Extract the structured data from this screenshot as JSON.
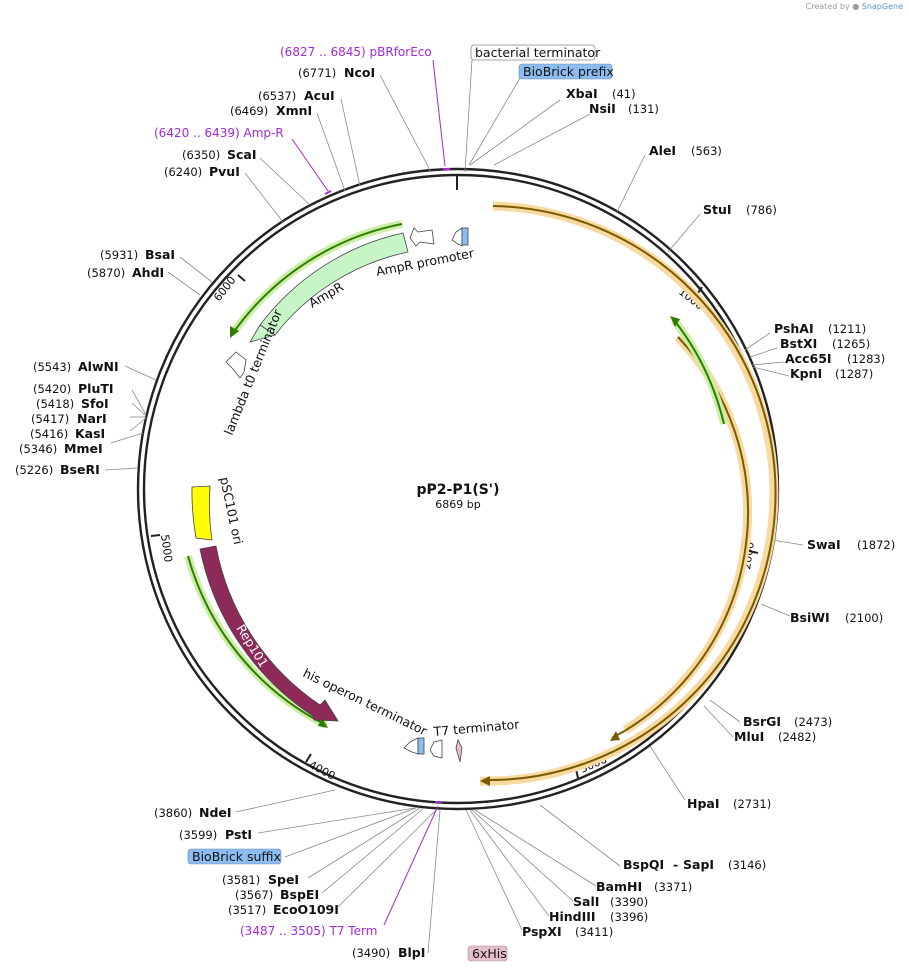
{
  "credit": {
    "prefix": "Created by",
    "brand": "SnapGene"
  },
  "plasmid": {
    "name": "pP2-P1(S')",
    "length_label": "6869 bp"
  },
  "ticks": [
    "1000",
    "2000",
    "3000",
    "4000",
    "5000",
    "6000"
  ],
  "enzymes": {
    "XbaI": "XbaI",
    "XbaI_pos": "(41)",
    "NsiI": "NsiI",
    "NsiI_pos": "(131)",
    "AleI": "AleI",
    "AleI_pos": "(563)",
    "StuI": "StuI",
    "StuI_pos": "(786)",
    "PshAI": "PshAI",
    "PshAI_pos": "(1211)",
    "BstXI": "BstXI",
    "BstXI_pos": "(1265)",
    "Acc65I": "Acc65I",
    "Acc65I_pos": "(1283)",
    "KpnI": "KpnI",
    "KpnI_pos": "(1287)",
    "SwaI": "SwaI",
    "SwaI_pos": "(1872)",
    "BsiWI": "BsiWI",
    "BsiWI_pos": "(2100)",
    "BsrGI": "BsrGI",
    "BsrGI_pos": "(2473)",
    "MluI": "MluI",
    "MluI_pos": "(2482)",
    "HpaI": "HpaI",
    "HpaI_pos": "(2731)",
    "BspQI": "BspQI",
    "SapI": "SapI",
    "BspQI_pos": "(3146)",
    "BspQI_sep": "-",
    "BamHI": "BamHI",
    "BamHI_pos": "(3371)",
    "SalI": "SalI",
    "SalI_pos": "(3390)",
    "HindIII": "HindIII",
    "HindIII_pos": "(3396)",
    "PspXI": "PspXI",
    "PspXI_pos": "(3411)",
    "BlpI": "BlpI",
    "BlpI_pos": "(3490)",
    "EcoO109I": "EcoO109I",
    "EcoO109I_pos": "(3517)",
    "BspEI": "BspEI",
    "BspEI_pos": "(3567)",
    "SpeI": "SpeI",
    "SpeI_pos": "(3581)",
    "PstI": "PstI",
    "PstI_pos": "(3599)",
    "NdeI": "NdeI",
    "NdeI_pos": "(3860)",
    "BseRI": "BseRI",
    "BseRI_pos": "(5226)",
    "MmeI": "MmeI",
    "MmeI_pos": "(5346)",
    "KasI": "KasI",
    "KasI_pos": "(5416)",
    "NarI": "NarI",
    "NarI_pos": "(5417)",
    "SfoI": "SfoI",
    "SfoI_pos": "(5418)",
    "PluTI": "PluTI",
    "PluTI_pos": "(5420)",
    "AlwNI": "AlwNI",
    "AlwNI_pos": "(5543)",
    "AhdI": "AhdI",
    "AhdI_pos": "(5870)",
    "BsaI": "BsaI",
    "BsaI_pos": "(5931)",
    "PvuI": "PvuI",
    "PvuI_pos": "(6240)",
    "ScaI": "ScaI",
    "ScaI_pos": "(6350)",
    "XmnI": "XmnI",
    "XmnI_pos": "(6469)",
    "AcuI": "AcuI",
    "AcuI_pos": "(6537)",
    "NcoI": "NcoI",
    "NcoI_pos": "(6771)"
  },
  "primers": {
    "pBRforEco": "(6827 .. 6845)  pBRforEco",
    "AmpR": "(6420 .. 6439)  Amp-R",
    "T7Term": "(3487 .. 3505)  T7 Term"
  },
  "features": {
    "bacterial_terminator": "bacterial terminator",
    "biobrick_prefix": "BioBrick prefix",
    "biobrick_suffix": "BioBrick suffix",
    "his6": "6xHis",
    "ampr_promoter": "AmpR promoter",
    "ampr": "AmpR",
    "lambda_t0": "lambda t0 terminator",
    "psc101_ori": "pSC101 ori",
    "rep101": "Rep101",
    "his_operon_terminator": "his operon terminator",
    "t7_terminator": "T7 terminator"
  },
  "colors": {
    "backbone": "#222222",
    "orange_feature": "#f5a623",
    "green_feature": "#9ad35a",
    "ampr_fill": "#c8f5c8",
    "ori_fill": "#ffff00",
    "rep101_fill": "#8e2a5a",
    "biobrick_fill": "#8cbcf0",
    "his_fill": "#e6bfcf",
    "primer": "#a32ad6"
  }
}
